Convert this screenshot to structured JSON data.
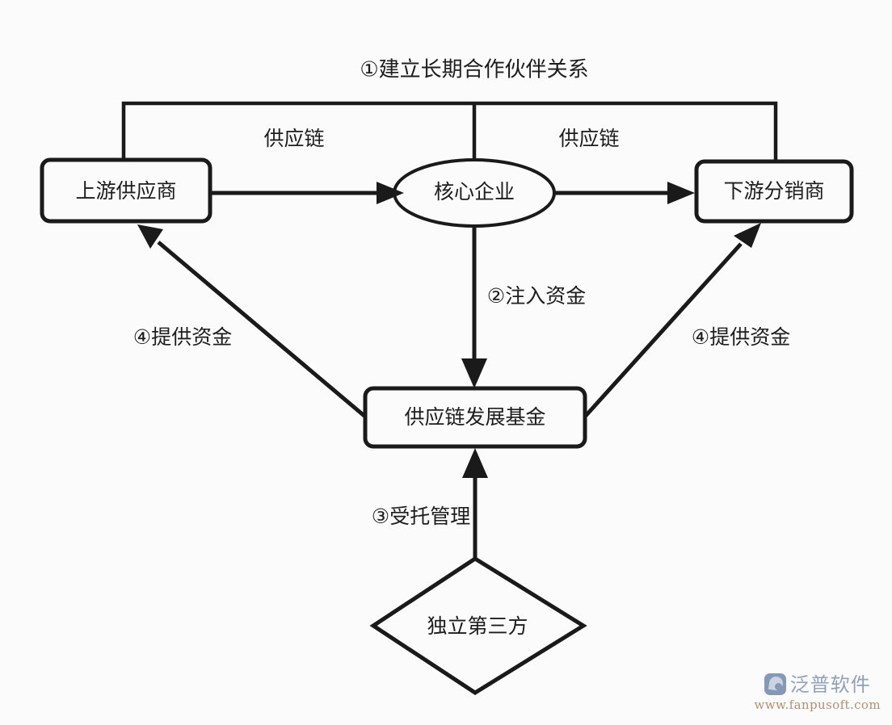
{
  "diagram": {
    "title": "①建立长期合作伙伴关系",
    "nodes": {
      "upstream_supplier": "上游供应商",
      "core_enterprise": "核心企业",
      "downstream_distributor": "下游分销商",
      "supply_chain_fund": "供应链发展基金",
      "independent_third_party": "独立第三方"
    },
    "edge_labels": {
      "supply_chain_left": "供应链",
      "supply_chain_right": "供应链",
      "inject_capital": "②注入资金",
      "entrusted_management": "③受托管理",
      "provide_capital_left": "④提供资金",
      "provide_capital_right": "④提供资金"
    },
    "colors": {
      "stroke": "#1a1a1a",
      "fill": "#fbfbfb",
      "text": "#1d1d1d"
    }
  },
  "watermark": {
    "brand_cn": "泛普软件",
    "url": "www.fanpusoft.com",
    "mark_color": "#7f93b3",
    "url_color": "#b08a6a"
  }
}
